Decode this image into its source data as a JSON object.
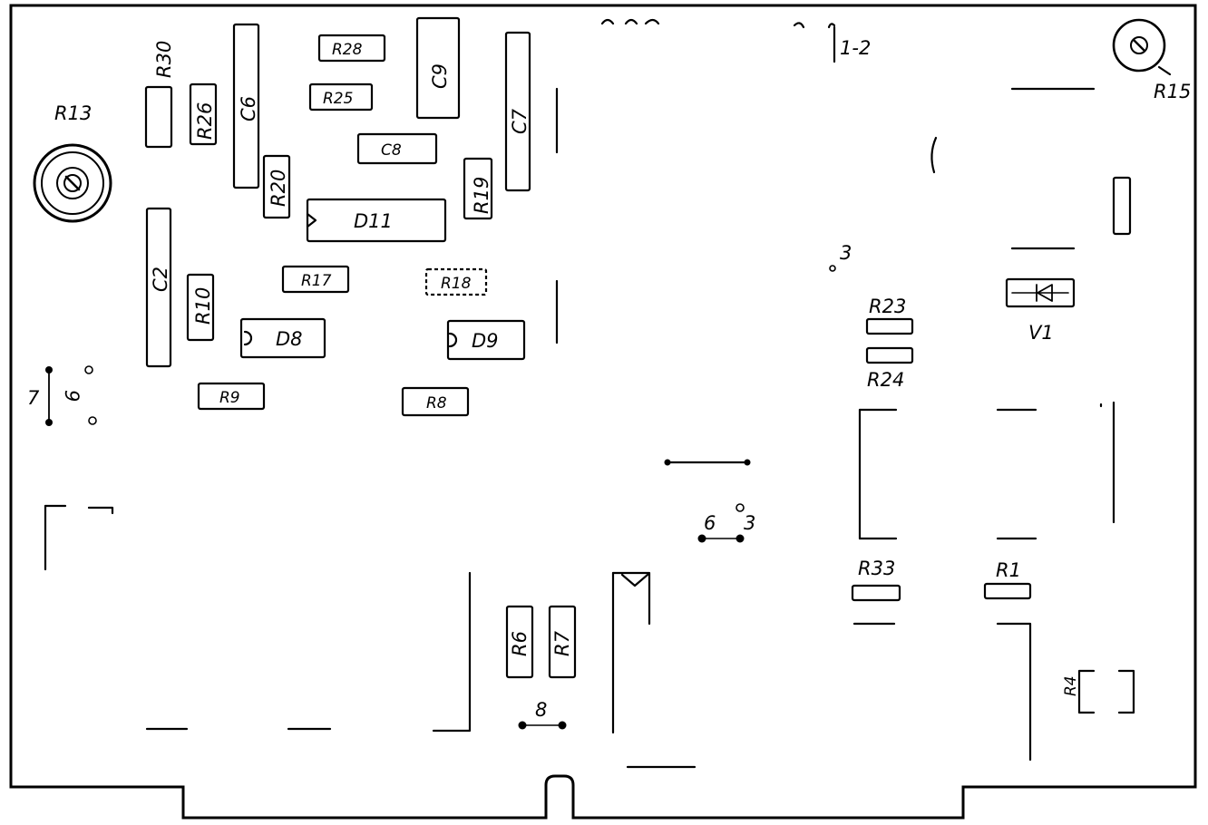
{
  "labels": {
    "r13": "R13",
    "r15": "R15",
    "r30": "R30",
    "r26": "R26",
    "c6": "C6",
    "r28": "R28",
    "r25": "R25",
    "c9": "C9",
    "c8": "C8",
    "c7": "C7",
    "r20": "R20",
    "r19": "R19",
    "d11": "D11",
    "c2": "C2",
    "r10": "R10",
    "r17": "R17",
    "r18": "R18",
    "d8": "D8",
    "d9": "D9",
    "r9": "R9",
    "r8": "R8",
    "r23": "R23",
    "r24": "R24",
    "v1": "V1",
    "r33": "R33",
    "r1": "R1",
    "r4": "R4",
    "r6": "R6",
    "r7": "R7",
    "n_1_2": "1-2",
    "n_3a": "3",
    "n_6": "6",
    "n_3b": "3",
    "n_8": "8",
    "n_7": "7",
    "n_9": "9"
  }
}
